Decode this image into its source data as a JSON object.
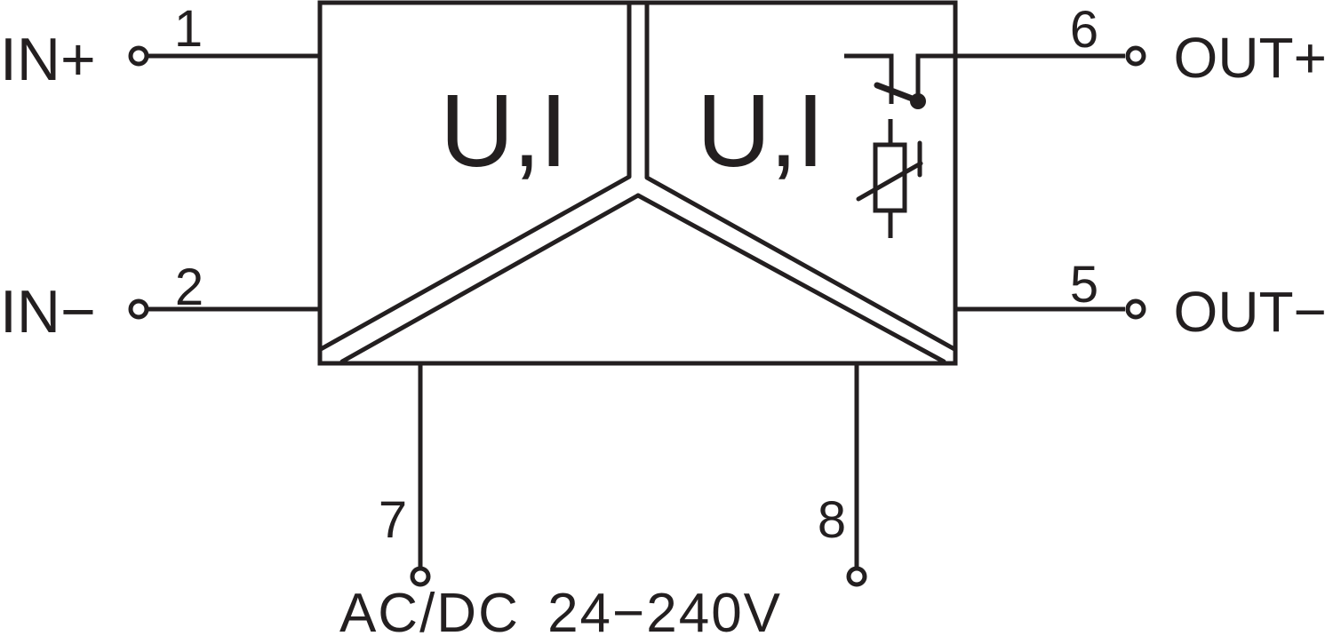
{
  "diagram": {
    "type": "signal-isolator-wiring-diagram",
    "block": {
      "input_section_label": "U,I",
      "output_section_label": "U,I"
    },
    "terminals": {
      "input_plus": {
        "number": "1",
        "label": "IN+"
      },
      "input_minus": {
        "number": "2",
        "label": "IN−"
      },
      "output_minus": {
        "number": "5",
        "label": "OUT−"
      },
      "output_plus": {
        "number": "6",
        "label": "OUT+"
      },
      "supply_left": {
        "number": "7"
      },
      "supply_right": {
        "number": "8"
      }
    },
    "supply_label": "AC/DC 24−240V",
    "colors": {
      "line": "#231f20",
      "background": "#ffffff"
    }
  }
}
